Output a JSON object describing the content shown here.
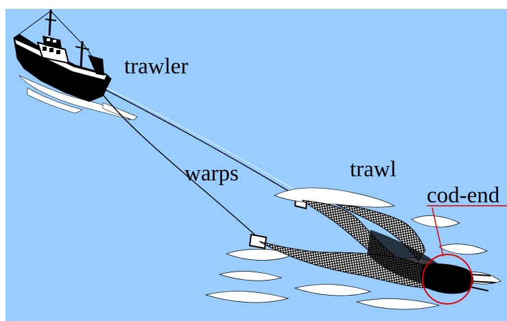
{
  "colors": {
    "background": "#99ccff",
    "ink": "#000000",
    "foam": "#ffffff",
    "highlight": "#e00000"
  },
  "labels": {
    "trawler": "trawler",
    "warps": "warps",
    "trawl": "trawl",
    "cod_end": "cod-end"
  }
}
